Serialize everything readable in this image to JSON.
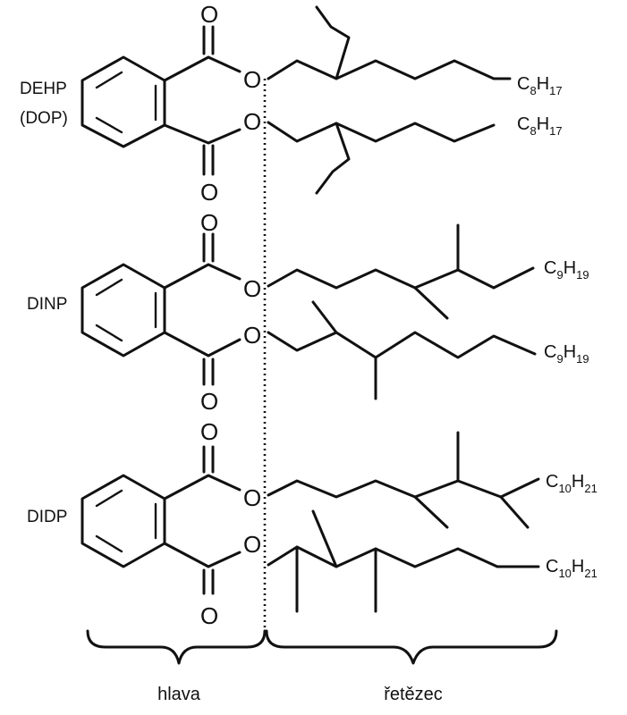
{
  "molecules": [
    {
      "name_line1": "DEHP",
      "name_line2": "(DOP)",
      "chain_top": {
        "C": "C",
        "n1": "8",
        "H": "H",
        "n2": "17"
      },
      "chain_bottom": {
        "C": "C",
        "n1": "8",
        "H": "H",
        "n2": "17"
      }
    },
    {
      "name_line1": "DINP",
      "chain_top": {
        "C": "C",
        "n1": "9",
        "H": "H",
        "n2": "19"
      },
      "chain_bottom": {
        "C": "C",
        "n1": "9",
        "H": "H",
        "n2": "19"
      }
    },
    {
      "name_line1": "DIDP",
      "chain_top": {
        "C": "C",
        "n1": "10",
        "H": "H",
        "n2": "21"
      },
      "chain_bottom": {
        "C": "C",
        "n1": "10",
        "H": "H",
        "n2": "21"
      }
    }
  ],
  "atom_oxygen": "O",
  "labels": {
    "head": "hlava",
    "chain": "řetězec"
  },
  "colors": {
    "ink": "#111111",
    "background": "#ffffff"
  }
}
